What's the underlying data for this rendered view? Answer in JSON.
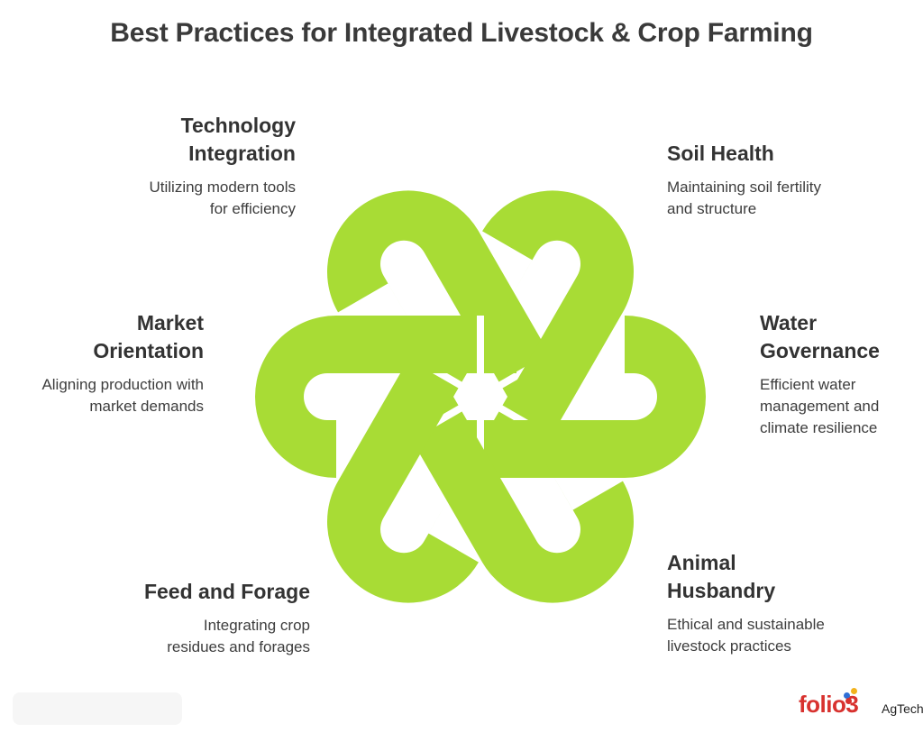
{
  "title": "Best Practices for Integrated Livestock & Crop Farming",
  "colors": {
    "knot": "#a8dc35",
    "text": "#333333",
    "logo_red": "#d8322f"
  },
  "items": [
    {
      "id": "technology-integration",
      "heading": [
        "Technology",
        "Integration"
      ],
      "description": [
        "Utilizing modern tools",
        "for efficiency"
      ]
    },
    {
      "id": "soil-health",
      "heading": [
        "Soil Health"
      ],
      "description": [
        "Maintaining soil fertility",
        "and structure"
      ]
    },
    {
      "id": "market-orientation",
      "heading": [
        "Market",
        "Orientation"
      ],
      "description": [
        "Aligning production with",
        "market demands"
      ]
    },
    {
      "id": "water-governance",
      "heading": [
        "Water",
        "Governance"
      ],
      "description": [
        "Efficient water",
        "management and",
        "climate resilience"
      ]
    },
    {
      "id": "feed-and-forage",
      "heading": [
        "Feed and Forage"
      ],
      "description": [
        "Integrating crop",
        "residues and forages"
      ]
    },
    {
      "id": "animal-husbandry",
      "heading": [
        "Animal",
        "Husbandry"
      ],
      "description": [
        "Ethical and sustainable",
        "livestock practices"
      ]
    }
  ],
  "logo": {
    "wordmark": "folio3",
    "sub": "AgTech",
    "dot_colors": [
      "#2f6fd6",
      "#f2b21c",
      "#d8322f"
    ]
  }
}
